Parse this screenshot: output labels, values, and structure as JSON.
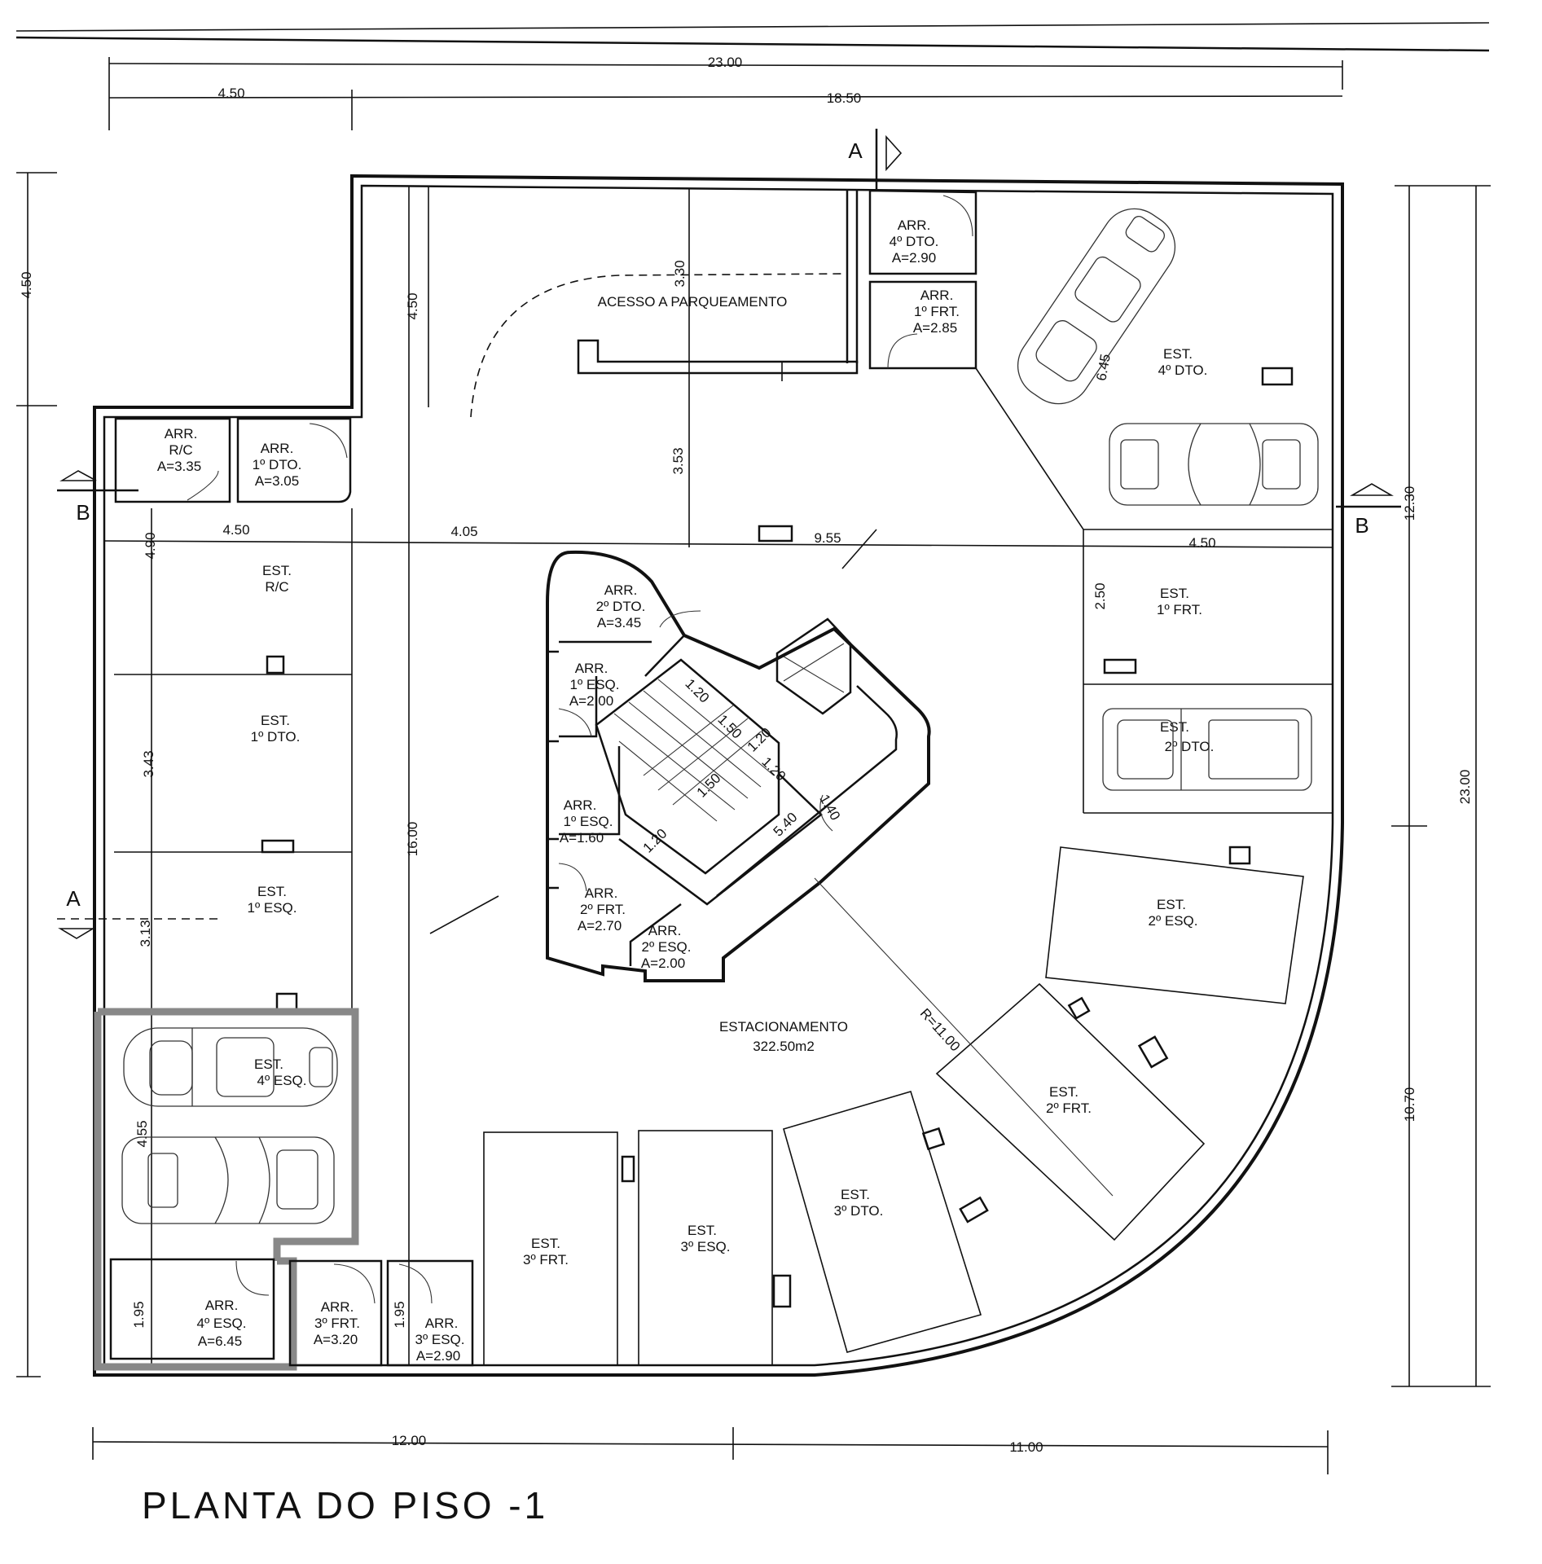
{
  "title": "PLANTA DO PISO -1",
  "section_marks": {
    "a": "A",
    "b": "B"
  },
  "dimensions": {
    "top_total": "23.00",
    "top_left": "4.50",
    "top_right": "18.50",
    "bottom_left": "12.00",
    "bottom_right": "11.00",
    "right_total": "23.00",
    "right_upper": "12.30",
    "right_lower": "10.70",
    "left_partial": "4.50",
    "access_depth": "4.50",
    "corridor": "16.00",
    "access_width": "3.30",
    "ramp": "3.53",
    "row_a": "4.50",
    "row_b": "4.05",
    "row_c": "9.55",
    "row_d": "4.50",
    "left_1": "4.90",
    "left_2": "3.43",
    "left_3": "3.13",
    "left_4": "4.55",
    "left_5": "1.95",
    "bottom_small": "1.95",
    "right_est_1": "6.45",
    "right_est_2": "2.50",
    "stair_1": "1.20",
    "stair_2": "1.50",
    "stair_3": "1.20",
    "stair_4": "1.20",
    "stair_5": "1.50",
    "stair_6": "1.20",
    "stair_7": "5.40",
    "stair_8": "1.40",
    "radius": "R=11.00"
  },
  "rooms": {
    "access": "ACESSO A PARQUEAMENTO",
    "parking_title": "ESTACIONAMENTO",
    "parking_area": "322.50m2",
    "arr_rc": [
      "ARR.",
      "R/C",
      "A=3.35"
    ],
    "arr_1dto": [
      "ARR.",
      "1º DTO.",
      "A=3.05"
    ],
    "arr_4dto": [
      "ARR.",
      "4º DTO.",
      "A=2.90"
    ],
    "arr_1frt": [
      "ARR.",
      "1º FRT.",
      "A=2.85"
    ],
    "arr_2dto": [
      "ARR.",
      "2º DTO.",
      "A=3.45"
    ],
    "arr_1esq_a": [
      "ARR.",
      "1º ESQ.",
      "A=2.00"
    ],
    "arr_1esq_b": [
      "ARR.",
      "1º ESQ.",
      "A=1.60"
    ],
    "arr_2frt": [
      "ARR.",
      "2º FRT.",
      "A=2.70"
    ],
    "arr_2esq": [
      "ARR.",
      "2º ESQ.",
      "A=2.00"
    ],
    "arr_4esq": [
      "ARR.",
      "4º ESQ.",
      "A=6.45"
    ],
    "arr_3frt": [
      "ARR.",
      "3º FRT.",
      "A=3.20"
    ],
    "arr_3esq": [
      "ARR.",
      "3º ESQ.",
      "A=2.90"
    ],
    "est_rc": [
      "EST.",
      "R/C"
    ],
    "est_1dto": [
      "EST.",
      "1º DTO."
    ],
    "est_1esq": [
      "EST.",
      "1º ESQ."
    ],
    "est_4esq": [
      "EST.",
      "4º ESQ."
    ],
    "est_4dto": [
      "EST.",
      "4º DTO."
    ],
    "est_1frt": [
      "EST.",
      "1º FRT."
    ],
    "est_2dto": [
      "EST.",
      "2º DTO."
    ],
    "est_2esq": [
      "EST.",
      "2º ESQ."
    ],
    "est_2frt": [
      "EST.",
      "2º FRT."
    ],
    "est_3dto": [
      "EST.",
      "3º DTO."
    ],
    "est_3esq": [
      "EST.",
      "3º ESQ."
    ],
    "est_3frt": [
      "EST.",
      "3º FRT."
    ]
  }
}
